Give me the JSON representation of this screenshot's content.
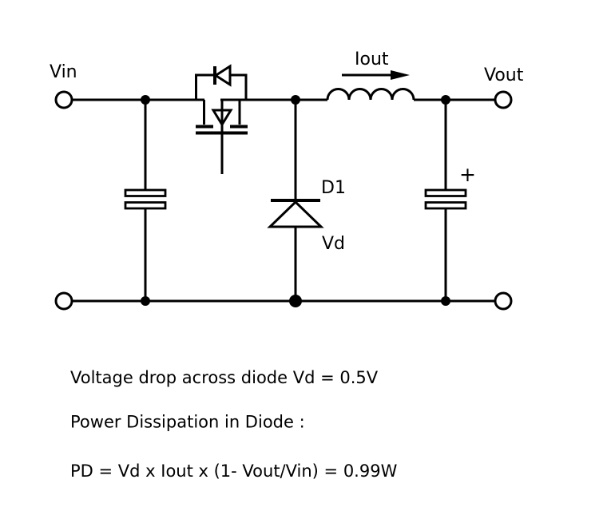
{
  "canvas": {
    "background_color": "#ffffff",
    "ink_color": "#000000"
  },
  "schematic": {
    "labels": {
      "input_terminal": "Vin",
      "output_terminal": "Vout",
      "inductor_current": "Iout",
      "diode_designator": "D1",
      "diode_voltage": "Vd",
      "output_cap_polarity": "+"
    }
  },
  "notes": {
    "line1": "Voltage drop across diode Vd = 0.5V",
    "line2": "Power Dissipation in Diode :",
    "line3": "PD = Vd x Iout x (1- Vout/Vin) = 0.99W"
  }
}
